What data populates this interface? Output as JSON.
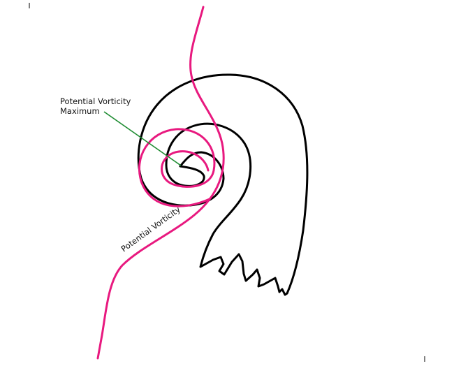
{
  "labels": {
    "pv_max_line1": "Potential Vorticity",
    "pv_max_line2": "Maximum",
    "pv_curve": "Potential Vorticity"
  },
  "colors": {
    "cloud_outline": "#000000",
    "pv_curve": "#e8197f",
    "pointer": "#1a8a2e"
  }
}
